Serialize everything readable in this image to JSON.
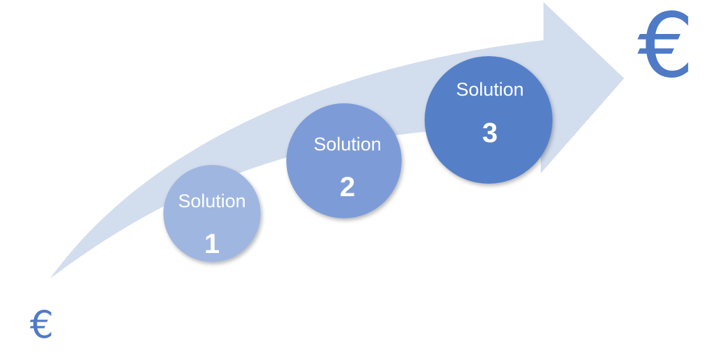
{
  "diagram": {
    "start_symbol": "€",
    "end_symbol": "€",
    "colors": {
      "arrow": "#d2ddee",
      "symbol": "#4f7ac6",
      "step1": "#9fb6e0",
      "step2": "#7d9cd7",
      "step3": "#5580c8"
    },
    "steps": [
      {
        "label": "Solution",
        "number": "1"
      },
      {
        "label": "Solution",
        "number": "2"
      },
      {
        "label": "Solution",
        "number": "3"
      }
    ]
  }
}
